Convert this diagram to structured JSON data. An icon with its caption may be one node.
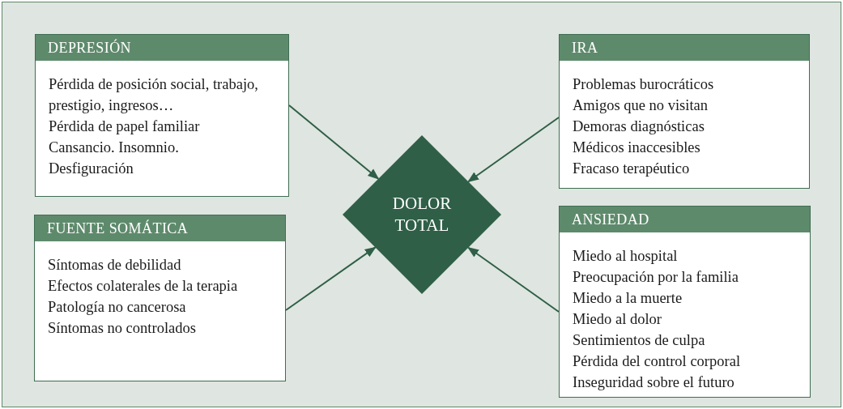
{
  "diagram": {
    "nodes": [
      {
        "text": [
          "DEPRESIÓN",
          "Pérdida de posición social, trabajo, prestigio, ingresos…",
          "Pérdida de papel familiar",
          "Cansancio. Insomnio.",
          "Desfiguración"
        ]
      },
      {
        "text": [
          "IRA",
          "Problemas burocráticos",
          "Amigos que no visitan",
          "Demoras diagnósticas",
          "Médicos inaccesibles",
          "Fracaso terapéutico"
        ]
      },
      {
        "text": [
          "DOLOR TOTAL"
        ]
      },
      {
        "text": [
          "FUENTE SOMÁTICA",
          "Síntomas de debilidad",
          "Efectos colaterales de la terapia",
          "Patología no cancerosa",
          "Síntomas no controlados"
        ]
      },
      {
        "text": [
          "ANSIEDAD",
          "Miedo al hospital",
          "Preocupación por la familia",
          "Miedo a la muerte",
          "Miedo al dolor",
          "Sentimientos de culpa",
          "Pérdida del control corporal",
          "Inseguridad sobre el futuro"
        ]
      }
    ],
    "edges": [
      {
        "from": 0,
        "to": 2,
        "arrow": "to"
      },
      {
        "from": 1,
        "to": 2,
        "arrow": "to"
      },
      {
        "from": 3,
        "to": 2,
        "arrow": "to"
      },
      {
        "from": 4,
        "to": 2,
        "arrow": "to"
      }
    ]
  }
}
